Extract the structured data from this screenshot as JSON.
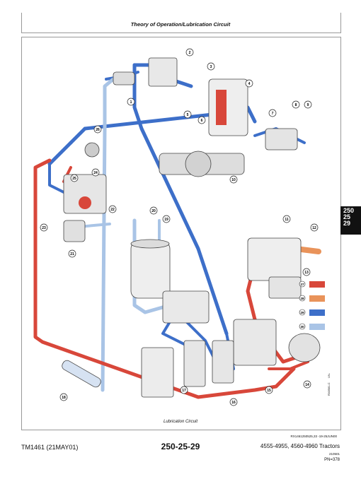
{
  "header": {
    "title": "Theory of Operation/Lubrication Circuit"
  },
  "side_tab": {
    "lines": [
      "250",
      "25",
      "29"
    ]
  },
  "figure": {
    "caption": "Lubrication Circuit",
    "ref_code": "RX1461250525,33 -19-25JUN00",
    "side_code": "RX8581-C",
    "side_code2": "UN-",
    "callouts": [
      "1",
      "2",
      "3",
      "4",
      "5",
      "6",
      "7",
      "8",
      "9",
      "10",
      "11",
      "12",
      "13",
      "14",
      "15",
      "16",
      "17",
      "18",
      "19",
      "20",
      "21",
      "22",
      "23",
      "24",
      "25",
      "26",
      "27",
      "28",
      "29",
      "30"
    ],
    "legend": [
      {
        "number": "27",
        "color": "#d8473a"
      },
      {
        "number": "28",
        "color": "#e9935a"
      },
      {
        "number": "29",
        "color": "#3d6fc9"
      },
      {
        "number": "30",
        "color": "#a9c4e6"
      }
    ]
  },
  "footer": {
    "manual": "TM1461 (21MAY01)",
    "page": "250-25-29",
    "models": "4555-4955, 4560-4960 Tractors",
    "date_code": "210501",
    "pn": "PN=378"
  },
  "colors": {
    "pressure_red": "#d8473a",
    "orange": "#e9935a",
    "blue": "#3d6fc9",
    "light_blue": "#a9c4e6"
  }
}
